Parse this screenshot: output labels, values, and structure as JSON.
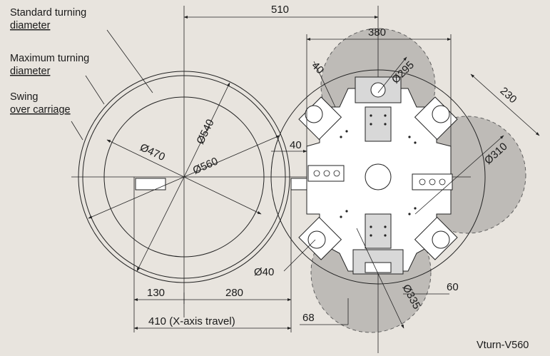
{
  "labels": {
    "standard_turning_l1": "Standard turning",
    "standard_turning_l2": "diameter",
    "max_turning_l1": "Maximum turning",
    "max_turning_l2": "diameter",
    "swing_l1": "Swing",
    "swing_l2": "over carriage",
    "model": "Vturn-V560"
  },
  "dimensions": {
    "d510": "510",
    "d380": "380",
    "d40_top": "40",
    "d295": "Ø295",
    "d230": "230",
    "d310": "Ø310",
    "d540": "Ø540",
    "d470": "Ø470",
    "d560": "Ø560",
    "d40_mid": "40",
    "d40_dia": "Ø40",
    "d130": "130",
    "d280": "280",
    "d410": "410 (X-axis travel)",
    "d60": "60",
    "d68": "68",
    "d335": "Ø335"
  },
  "colors": {
    "background": "#e8e4de",
    "line": "#222222",
    "shade": "#808080"
  }
}
